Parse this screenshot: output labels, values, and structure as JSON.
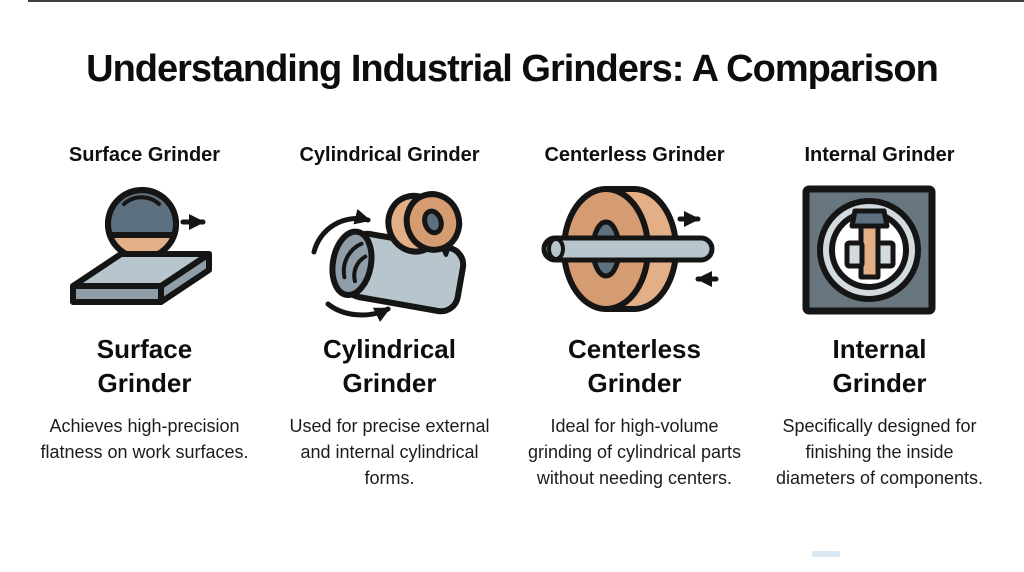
{
  "page": {
    "title": "Understanding Industrial Grinders: A Comparison",
    "background_color": "#ffffff",
    "top_edge_line_color": "#1f1f1f",
    "bottom_marker_color": "#d9e8f3"
  },
  "palette": {
    "outline": "#151515",
    "slate": "#5d7080",
    "slate_panel": "#67767f",
    "tan": "#d59c72",
    "tan_light": "#e3af86",
    "steel": "#b7c5cd",
    "steel_dark": "#8e9da7",
    "ring_gray": "#d3dade",
    "white": "#ffffff"
  },
  "columns": [
    {
      "header": "Surface Grinder",
      "icon": "surface-grinder-icon",
      "name": "Surface Grinder",
      "description": "Achieves high-precision flatness on work surfaces."
    },
    {
      "header": "Cylindrical Grinder",
      "icon": "cylindrical-grinder-icon",
      "name": "Cylindrical Grinder",
      "description": "Used for precise external and internal cylindrical forms."
    },
    {
      "header": "Centerless Grinder",
      "icon": "centerless-grinder-icon",
      "name": "Centerless Grinder",
      "description": "Ideal for high-volume grinding of cylindrical parts without needing centers."
    },
    {
      "header": "Internal Grinder",
      "icon": "internal-grinder-icon",
      "name": "Internal Grinder",
      "description": "Specifically designed for finishing the inside diameters of components."
    }
  ]
}
